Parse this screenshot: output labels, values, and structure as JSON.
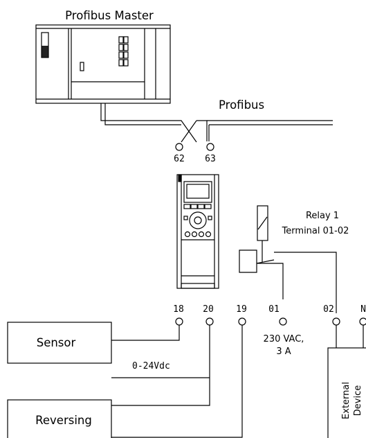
{
  "master": {
    "title": "Profibus Master"
  },
  "bus": {
    "label": "Profibus"
  },
  "terminals": {
    "t62": "62",
    "t63": "63",
    "t18": "18",
    "t20": "20",
    "t19": "19",
    "t01": "01",
    "t02": "02",
    "tN": "N"
  },
  "relay": {
    "title": "Relay 1",
    "terminal": "Terminal 01-02",
    "rating_line1": "230 VAC,",
    "rating_line2": "3 A"
  },
  "inputs": {
    "sensor": "Sensor",
    "reversing": "Reversing",
    "voltage": "0-24Vdc"
  },
  "external": {
    "line1": "External",
    "line2": "Device"
  }
}
